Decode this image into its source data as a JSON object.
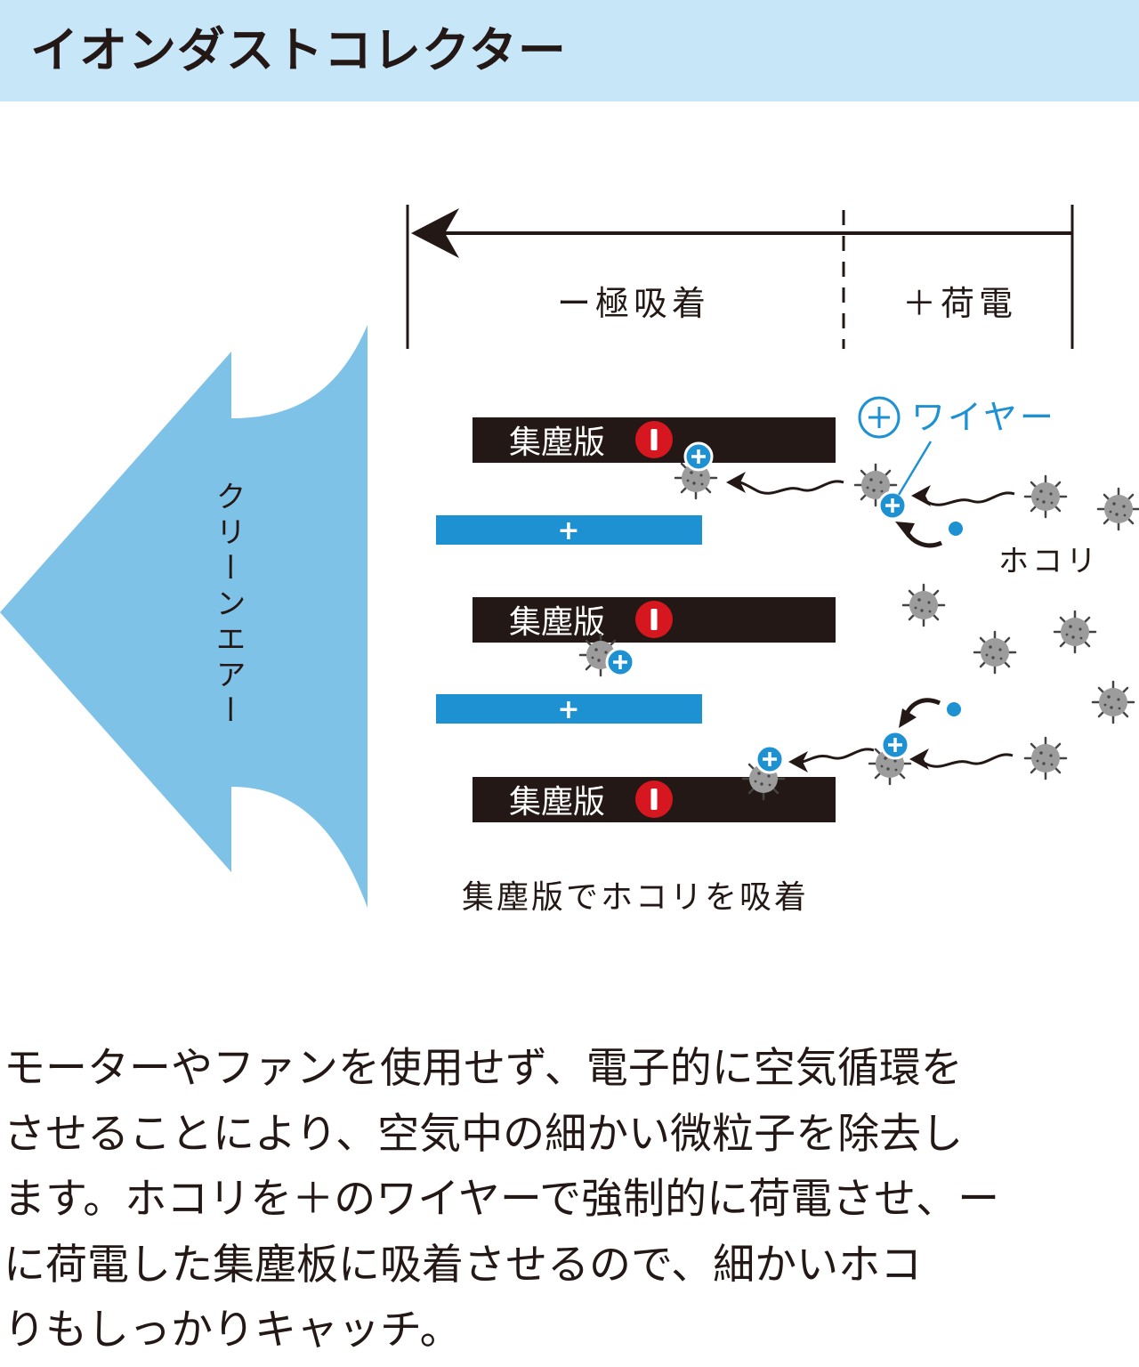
{
  "header": {
    "title": "イオンダストコレクター"
  },
  "diagram": {
    "zone_negative": "ー極吸着",
    "zone_positive": "＋荷電",
    "plate_label": "集塵版",
    "minus_sign": "ー",
    "plus_sign": "+",
    "wire_label": "ワイヤー",
    "dust_label": "ホコリ",
    "clean_air_label": "クリーンエアー",
    "caption": "集塵版でホコリを吸着",
    "colors": {
      "header_bg": "#c7e6f8",
      "clean_air": "#7fc2e7",
      "positive_blue": "#1e91d3",
      "plate_dark": "#231815",
      "negative_red": "#d7171f",
      "dust_gray": "#9c9c9c"
    }
  },
  "body": {
    "lines": [
      "モーターやファンを使用せず、電子的に空気循環を",
      "させることにより、空気中の細かい微粒子を除去し",
      "ます。ホコリを＋のワイヤーで強制的に荷電させ、ー",
      "に荷電した集塵板に吸着させるので、細かいホコ",
      "りもしっかりキャッチ。"
    ]
  }
}
